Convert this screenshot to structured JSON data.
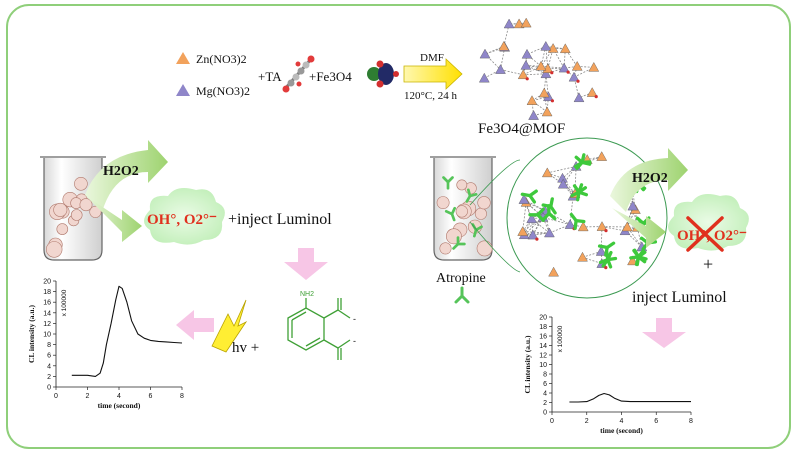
{
  "synthesis": {
    "zn_salt": "Zn(NO3)2",
    "mg_salt": "Mg(NO3)2",
    "plus_ta": "+TA",
    "plus_fe3o4": "+Fe3O4",
    "solvent": "DMF",
    "conditions": "120°C, 24 h",
    "product": "Fe3O4@MOF"
  },
  "left_panel": {
    "oxidant": "H2O2",
    "radicals": "OH°, O2°⁻",
    "inject": "+inject Luminol",
    "hv": "hv +",
    "luminol_amine": "NH2",
    "luminol_charge": "-"
  },
  "right_panel": {
    "oxidant": "H2O2",
    "radicals": "OH°, O2°⁻",
    "plus": "+",
    "inject": "inject Luminol",
    "analyte": "Atropine"
  },
  "colors": {
    "frame_border": "#8fcf7a",
    "arrow_green": "#9ed36f",
    "cloud_green": "#c8f0c0",
    "pink_arrow": "#f7c6e6",
    "yellow_arrow": "#ffee33",
    "zn_marker": "#f2a25c",
    "mg_marker": "#8f86c9",
    "cross_red": "#e0301e",
    "radical_red": "#e0301e",
    "luminol_green": "#3fa036"
  },
  "chart_data": [
    {
      "type": "line",
      "ylabel": "CL intensity (a.u.)",
      "xlabel": "time (second)",
      "scale_label": "x 100000",
      "xlim": [
        0,
        8
      ],
      "ylim": [
        0,
        20
      ],
      "xticks": [
        0,
        2,
        4,
        6,
        8
      ],
      "yticks": [
        0,
        2,
        4,
        6,
        8,
        10,
        12,
        14,
        16,
        18,
        20
      ],
      "series": [
        {
          "x": [
            1,
            1.5,
            2,
            2.5,
            2.8,
            3.0,
            3.2,
            3.5,
            3.8,
            4.0,
            4.2,
            4.5,
            4.8,
            5.2,
            5.6,
            6.0,
            6.5,
            7.0,
            7.5,
            8.0
          ],
          "y": [
            2.2,
            2.2,
            2.2,
            2.0,
            2.6,
            4.5,
            8.0,
            12.0,
            16.5,
            19.0,
            18.6,
            16.0,
            12.5,
            10.0,
            9.2,
            8.8,
            8.6,
            8.5,
            8.4,
            8.3
          ]
        }
      ]
    },
    {
      "type": "line",
      "ylabel": "CL intensity (a.u.)",
      "xlabel": "time (second)",
      "scale_label": "x 100000",
      "xlim": [
        0,
        8
      ],
      "ylim": [
        0,
        20
      ],
      "xticks": [
        0,
        2,
        4,
        6,
        8
      ],
      "yticks": [
        0,
        2,
        4,
        6,
        8,
        10,
        12,
        14,
        16,
        18,
        20
      ],
      "series": [
        {
          "x": [
            1,
            1.5,
            2,
            2.4,
            2.7,
            3.0,
            3.3,
            3.6,
            4.0,
            4.5,
            5,
            6,
            7,
            8
          ],
          "y": [
            2.1,
            2.1,
            2.2,
            2.8,
            3.5,
            3.9,
            3.6,
            2.9,
            2.3,
            2.2,
            2.2,
            2.2,
            2.2,
            2.2
          ]
        }
      ]
    }
  ]
}
